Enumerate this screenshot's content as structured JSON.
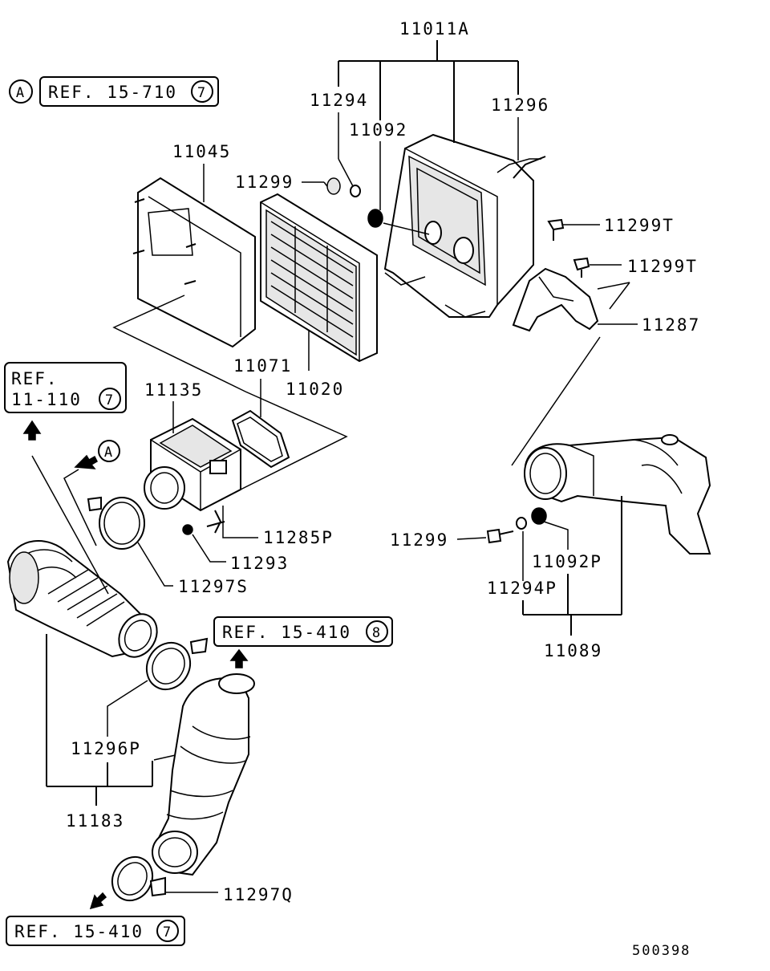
{
  "diagram_id": "500398",
  "part_labels": {
    "p11011A": "11011A",
    "p11294": "11294",
    "p11092": "11092",
    "p11296": "11296",
    "p11045": "11045",
    "p11299_top": "11299",
    "p11299T_a": "11299T",
    "p11299T_b": "11299T",
    "p11287": "11287",
    "p11071": "11071",
    "p11020": "11020",
    "p11135": "11135",
    "p11285P": "11285P",
    "p11293": "11293",
    "p11297S": "11297S",
    "p11299_mid": "11299",
    "p11092P": "11092P",
    "p11294P": "11294P",
    "p11089": "11089",
    "p11296P": "11296P",
    "p11183": "11183",
    "p11297Q": "11297Q"
  },
  "references": {
    "marker_a_top": "A",
    "marker_a_side": "A",
    "ref1_text": "REF. 15-710",
    "ref1_num": "7",
    "ref2_line1": "REF.",
    "ref2_line2": "11-110",
    "ref2_num": "7",
    "ref3_text": "REF. 15-410",
    "ref3_num": "8",
    "ref4_text": "REF. 15-410",
    "ref4_num": "7"
  }
}
